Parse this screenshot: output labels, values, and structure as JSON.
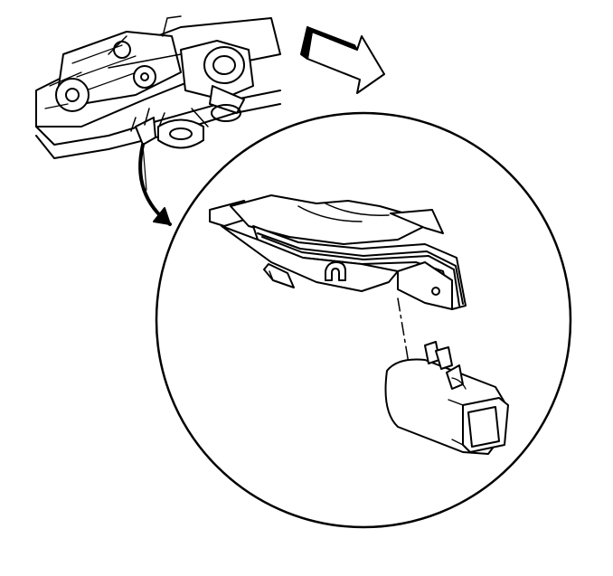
{
  "figure": {
    "description_visible_text": [],
    "palette": {
      "ink": "#000000",
      "paper": "#ffffff",
      "shade": "#d9d9d9"
    },
    "parts": [
      "vehicle-underbody-view",
      "direction-arrow-icon",
      "callout-arrow-icon",
      "detail-magnifier-circle",
      "duct-assembly",
      "duct-outlet-nozzle",
      "alignment-dash-line"
    ]
  }
}
